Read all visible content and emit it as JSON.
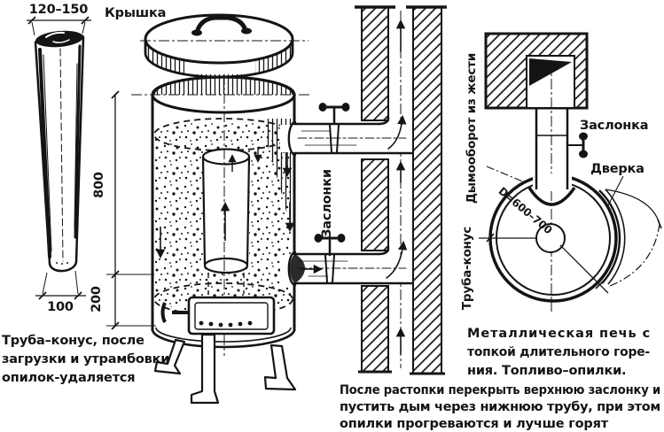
{
  "colors": {
    "ink": "#141414",
    "paper": "#fffffe"
  },
  "labels": {
    "lid": "Крышка",
    "dampers": "Заслонки",
    "damper": "Заслонка",
    "door": "Дверка",
    "smoke_duct": "Дымооборот из жести",
    "cone_pipe": "Труба-конус",
    "diameter": "D=600–700"
  },
  "dimensions": {
    "cone_top_width": "120–150",
    "cone_bottom_width": "100",
    "body_height": "800",
    "base_height": "200"
  },
  "captions": {
    "cone_note": [
      "Труба–конус, после",
      "загрузки и утрамбовки",
      "опилок-удаляется"
    ],
    "stove_note": [
      "Металлическая печь с",
      "топкой длительного горе-",
      "ния. Топливо–опилки."
    ],
    "operation_note": [
      "После растопки перекрыть верхнюю заслонку и",
      "пустить дым через нижнюю трубу, при этом",
      "опилки прогреваются и лучше горят"
    ]
  }
}
